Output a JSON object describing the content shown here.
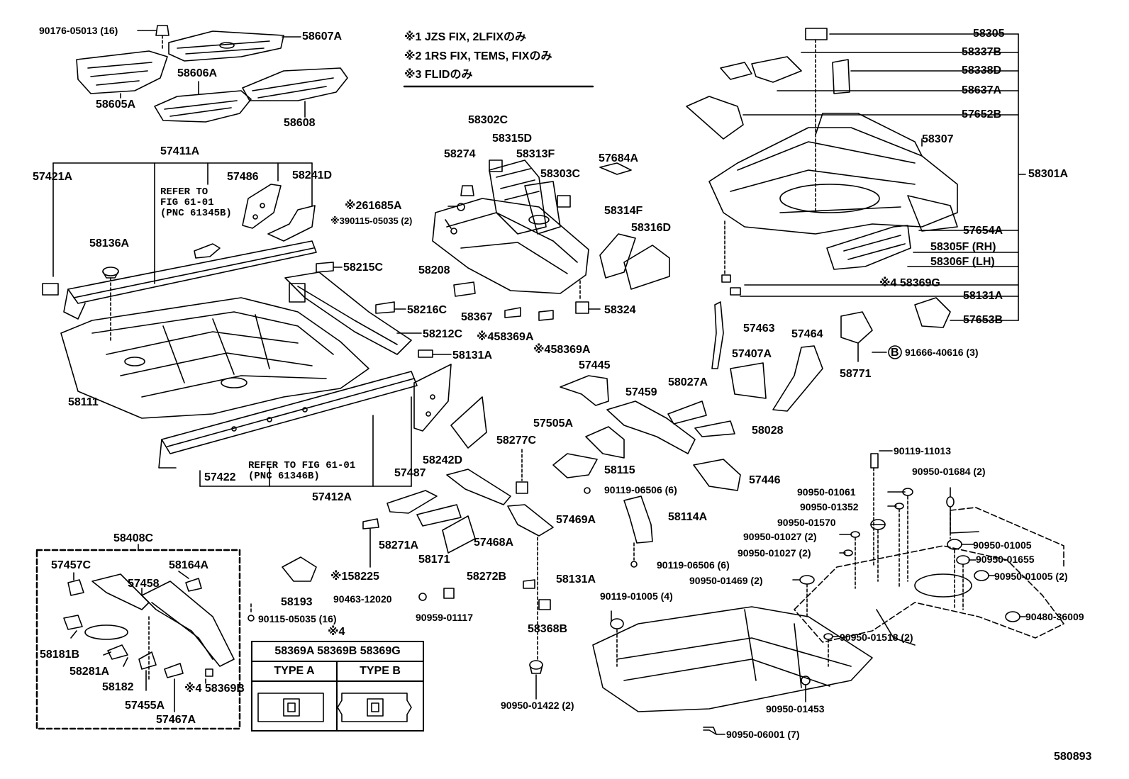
{
  "notes": [
    "※1 JZS  FIX, 2LFIXのみ",
    "※2 1RS  FIX, TEMS, FIXのみ",
    "※3 FLIDのみ"
  ],
  "labels": {
    "p90176": "90176-05013 (16)",
    "p58607A": "58607A",
    "p58606A": "58606A",
    "p58605A": "58605A",
    "p58608": "58608",
    "p57411A": "57411A",
    "p57421A": "57421A",
    "p57486": "57486",
    "p58241D": "58241D",
    "p58136A": "58136A",
    "p58215C": "58215C",
    "p58216C": "58216C",
    "p58212C": "58212C",
    "p58131A_1": "58131A",
    "p58111": "58111",
    "p57422": "57422",
    "p57412A": "57412A",
    "p57487": "57487",
    "p58242D": "58242D",
    "p58302C": "58302C",
    "p58315D": "58315D",
    "p58274": "58274",
    "p58313F": "58313F",
    "p58303C": "58303C",
    "p57684A": "57684A",
    "p61685A": "※261685A",
    "p90115_2": "※390115-05035 (2)",
    "p58208": "58208",
    "p58314F": "58314F",
    "p58316D": "58316D",
    "p58367": "58367",
    "p58369A_1": "※458369A",
    "p58369A_2": "※458369A",
    "p58324": "58324",
    "p58305": "58305",
    "p58337B": "58337B",
    "p58338D": "58338D",
    "p58637A": "58637A",
    "p57652B": "57652B",
    "p58307": "58307",
    "p58301A": "58301A",
    "p57654A": "57654A",
    "p58305F": "58305F (RH)",
    "p58306F": "58306F (LH)",
    "p58369G": "※4 58369G",
    "p58131A_2": "58131A",
    "p57653B": "57653B",
    "p57463": "57463",
    "p57464": "57464",
    "p57407A": "57407A",
    "p58771": "58771",
    "p91666": "91666-40616 (3)",
    "p57445": "57445",
    "p57459": "57459",
    "p58027A": "58027A",
    "p57505A": "57505A",
    "p58028": "58028",
    "p58115": "58115",
    "p57446": "57446",
    "p90119_06506_6a": "90119-06506 (6)",
    "p58277C": "58277C",
    "p58114A": "58114A",
    "p90119_06506_6b": "90119-06506 (6)",
    "p58271A": "58271A",
    "p57468A": "57468A",
    "p57469A": "57469A",
    "p58171": "58171",
    "p58272B": "58272B",
    "p58225": "※158225",
    "p58131A_3": "58131A",
    "p90463": "90463-12020",
    "p90959": "90959-01117",
    "p58368B": "58368B",
    "p58193": "58193",
    "p90115_16": "90115-05035 (16)",
    "p90950_01422": "90950-01422 (2)",
    "p90119_11013": "90119-11013",
    "p90950_01684": "90950-01684 (2)",
    "p90950_01061": "90950-01061",
    "p90950_01352": "90950-01352",
    "p90950_01570": "90950-01570",
    "p90950_01027a": "90950-01027 (2)",
    "p90950_01027b": "90950-01027 (2)",
    "p90950_01005a": "90950-01005",
    "p90950_01655": "90950-01655",
    "p90950_01469": "90950-01469 (2)",
    "p90950_01005b": "90950-01005 (2)",
    "p90119_01005": "90119-01005 (4)",
    "p90480": "90480-36009",
    "p90950_01518": "90950-01518 (2)",
    "p90950_01453": "90950-01453",
    "p90950_06001": "90950-06001 (7)",
    "p58408C": "58408C",
    "p57457C": "57457C",
    "p58164A": "58164A",
    "p57458": "57458",
    "p58181B": "58181B",
    "p58281A": "58281A",
    "p58182": "58182",
    "p57455A": "57455A",
    "p58369B": "※4 58369B",
    "p57467A": "57467A",
    "figno": "580893"
  },
  "refers": {
    "r1": "REFER TO\nFIG 61-01\n(PNC 61345B)",
    "r2": "REFER TO FIG 61-01\n(PNC 61346B)"
  },
  "bolt_B": "B",
  "table": {
    "title": "※4",
    "header": "58369A 58369B 58369G",
    "type_a": "TYPE  A",
    "type_b": "TYPE  B"
  }
}
